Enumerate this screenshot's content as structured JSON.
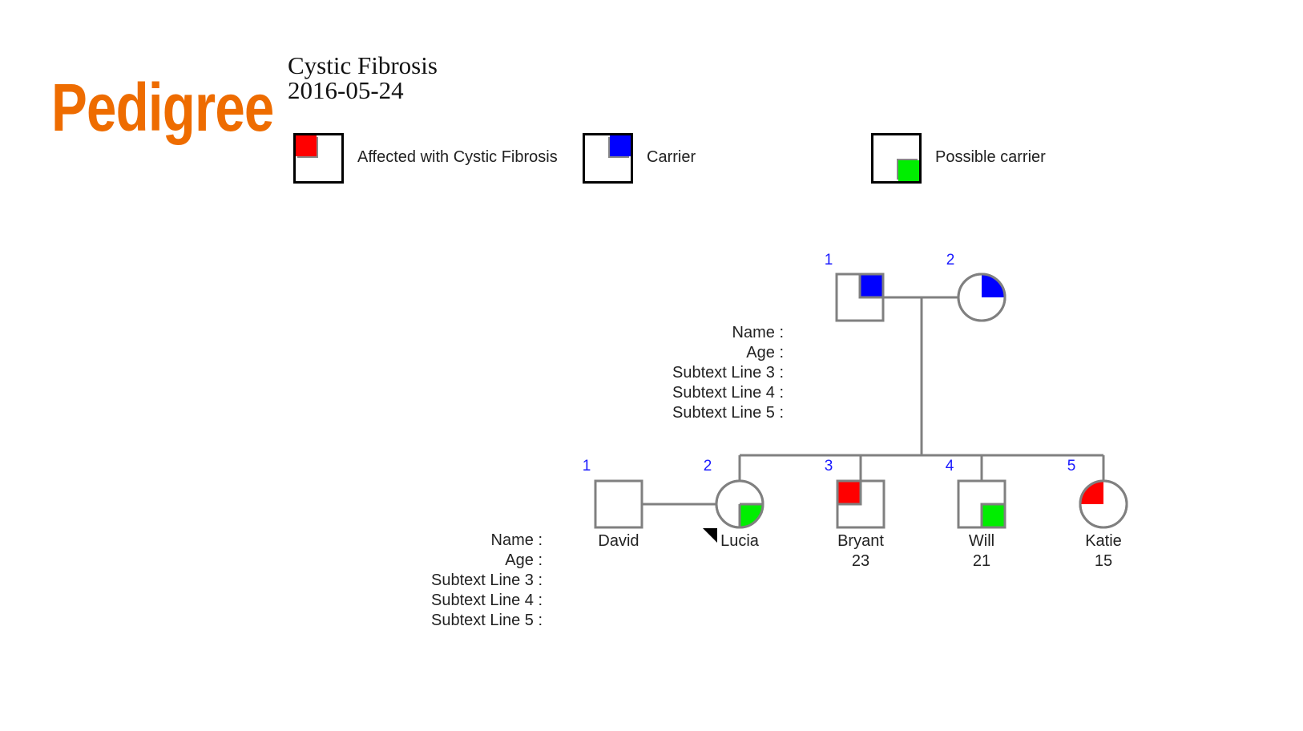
{
  "page": {
    "title": "Pedigree"
  },
  "document": {
    "condition": "Cystic Fibrosis",
    "date": "2016-05-24"
  },
  "colors": {
    "title": "#ee6c00",
    "affected": "#ff0000",
    "carrier": "#0000ff",
    "possible_carrier": "#00ee00",
    "line": "#808080",
    "generation_number": "#1a1aff"
  },
  "legend": [
    {
      "label": "Affected with Cystic Fibrosis",
      "status": "affected",
      "quadrant": "top-left"
    },
    {
      "label": "Carrier",
      "status": "carrier",
      "quadrant": "top-right"
    },
    {
      "label": "Possible carrier",
      "status": "possible_carrier",
      "quadrant": "bottom-right"
    }
  ],
  "subtext_labels": [
    "Name :",
    "Age :",
    "Subtext Line 3 :",
    "Subtext Line 4 :",
    "Subtext Line 5 :"
  ],
  "generations": [
    {
      "individuals": [
        {
          "number": "1",
          "sex": "male",
          "status": "carrier",
          "name": "",
          "age": ""
        },
        {
          "number": "2",
          "sex": "female",
          "status": "carrier",
          "name": "",
          "age": ""
        }
      ]
    },
    {
      "individuals": [
        {
          "number": "1",
          "sex": "male",
          "status": "unaffected",
          "name": "David",
          "age": "",
          "spouse_of": "2"
        },
        {
          "number": "2",
          "sex": "female",
          "status": "possible_carrier",
          "name": "Lucia",
          "age": "",
          "proband": true
        },
        {
          "number": "3",
          "sex": "male",
          "status": "affected",
          "name": "Bryant",
          "age": "23"
        },
        {
          "number": "4",
          "sex": "male",
          "status": "possible_carrier",
          "name": "Will",
          "age": "21"
        },
        {
          "number": "5",
          "sex": "female",
          "status": "affected",
          "name": "Katie",
          "age": "15"
        }
      ]
    }
  ]
}
